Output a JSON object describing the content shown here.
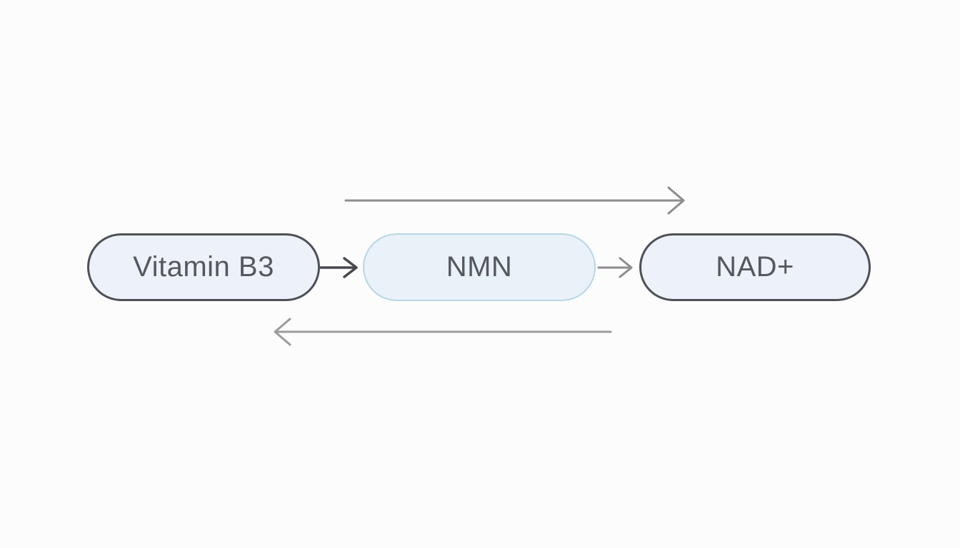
{
  "diagram": {
    "type": "flow-diagram",
    "background_color": "#fcfcfd",
    "nodes": [
      {
        "id": "vitamin-b3",
        "label": "Vitamin B3",
        "fill": "#edf1f9",
        "border_color": "#4d5056",
        "text_color": "#55585e"
      },
      {
        "id": "nmn",
        "label": "NMN",
        "fill": "#e9f1f9",
        "border_color": "#b7d7e3",
        "text_color": "#55585e"
      },
      {
        "id": "nad",
        "label": "NAD+",
        "fill": "#edf1f9",
        "border_color": "#4d5056",
        "text_color": "#55585e"
      }
    ],
    "edges": [
      {
        "from": "vitamin-b3",
        "to": "nad",
        "direction": "right",
        "position": "top-bypass",
        "color": "#8d8d8d"
      },
      {
        "from": "vitamin-b3",
        "to": "nmn",
        "direction": "right",
        "position": "between-nodes",
        "color": "#47484d"
      },
      {
        "from": "nmn",
        "to": "nad",
        "direction": "right",
        "position": "between-nodes",
        "color": "#8d8d8d"
      },
      {
        "from": "nad",
        "to": "vitamin-b3",
        "direction": "left",
        "position": "bottom-bypass",
        "color": "#9b9b9b"
      }
    ]
  }
}
